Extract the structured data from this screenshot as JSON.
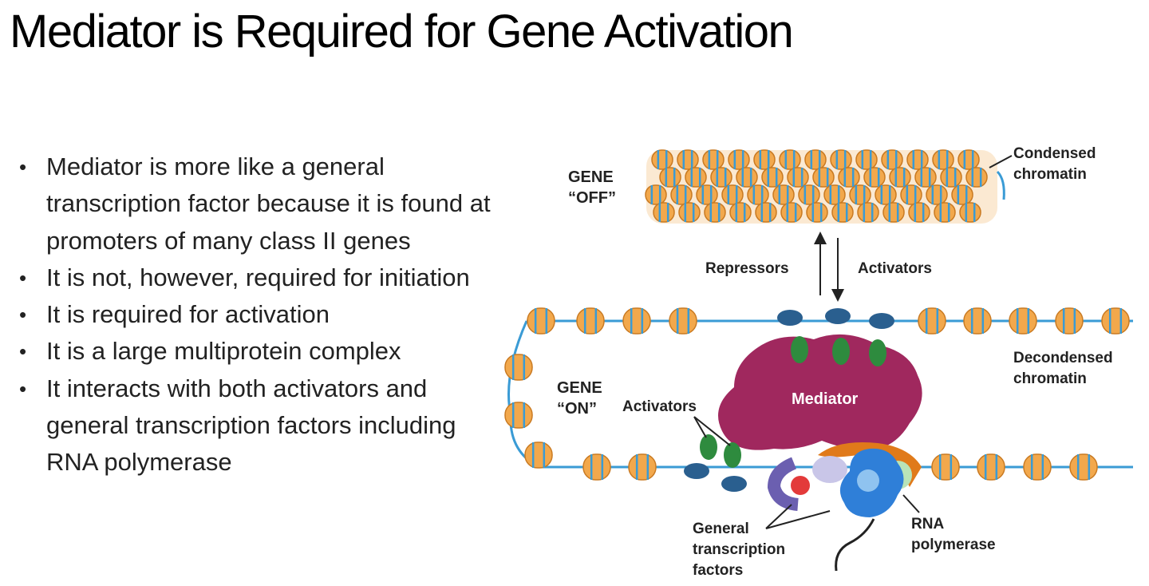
{
  "slide": {
    "title": "Mediator is Required for Gene Activation",
    "bullets": [
      "Mediator is more like a general transcription factor because it is found at promoters of many class II genes",
      "It is not, however, required for initiation",
      "It is required for activation",
      "It is a large multiprotein complex",
      "It interacts with both activators and general transcription factors including RNA polymerase"
    ]
  },
  "diagram": {
    "gene_off": [
      "GENE",
      "“OFF”"
    ],
    "gene_on": [
      "GENE",
      "“ON”"
    ],
    "condensed": [
      "Condensed",
      "chromatin"
    ],
    "decondensed": [
      "Decondensed",
      "chromatin"
    ],
    "repressors": "Repressors",
    "activators_arrow": "Activators",
    "activators": "Activators",
    "mediator": "Mediator",
    "gtf": [
      "General",
      "transcription",
      "factors"
    ],
    "rna_pol": [
      "RNA",
      "polymerase"
    ],
    "colors": {
      "nucleosome": "#f2a84c",
      "nucleosome_dark": "#c97a22",
      "dna": "#3a9bd5",
      "mediator": "#a0285e",
      "activator_green": "#2e8b3e",
      "activator_blue": "#2a5f8f",
      "pol_blue": "#2f7fd8",
      "gtf_purple": "#6b5fb0",
      "gtf_red": "#e33a3a",
      "orange_factor": "#e07a1a"
    }
  }
}
